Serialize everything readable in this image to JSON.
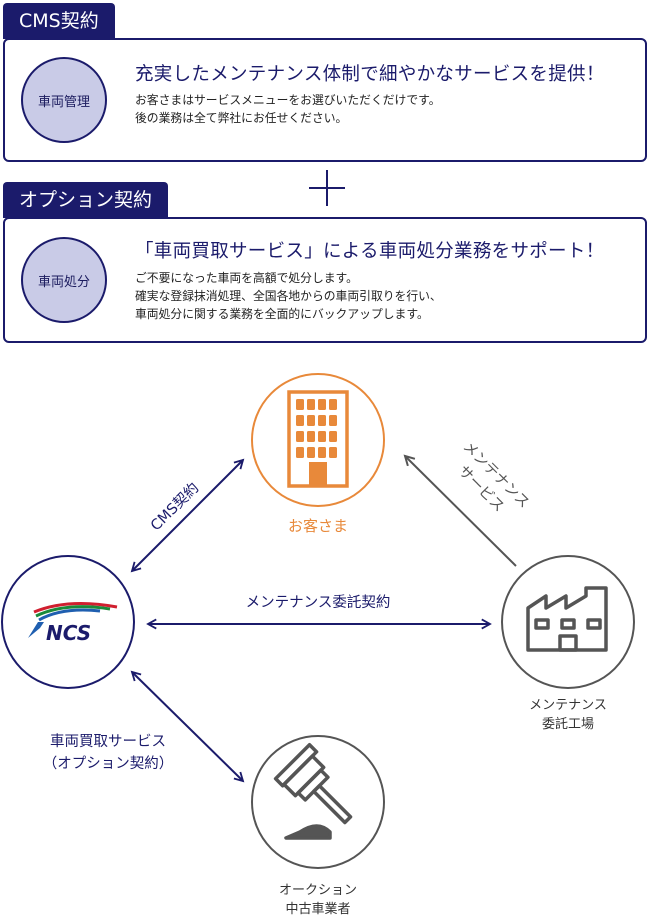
{
  "cms": {
    "tab": "CMS契約",
    "badge": "車両管理",
    "title": "充実したメンテナンス体制で細やかなサービスを提供！",
    "lines": [
      "お客さまはサービスメニューをお選びいただくだけです。",
      "後の業務は全て弊社にお任せください。"
    ]
  },
  "option": {
    "tab": "オプション契約",
    "badge": "車両処分",
    "title": "「車両買取サービス」による車両処分業務をサポート！",
    "lines": [
      "ご不要になった車両を高額で処分します。",
      "確実な登録抹消処理、全国各地からの車両引取りを行い、",
      "車両処分に関する業務を全面的にバックアップします。"
    ]
  },
  "diagram": {
    "customer": "お客さま",
    "ncs_logo": "NCS",
    "factory_lines": [
      "メンテナンス",
      "委託工場"
    ],
    "auction_lines": [
      "オークション",
      "中古車業者"
    ],
    "edge_cms": "CMS契約",
    "edge_maintenance_contract": "メンテナンス委託契約",
    "edge_maintenance_service_lines": [
      "メンテナンス",
      "サービス"
    ],
    "edge_purchase_lines": [
      "車両買取サービス",
      "（オプション契約）"
    ]
  },
  "colors": {
    "navy": "#1b1b6b",
    "orange": "#e8893a",
    "gray": "#555555",
    "badge_fill": "#c9cbe7"
  }
}
